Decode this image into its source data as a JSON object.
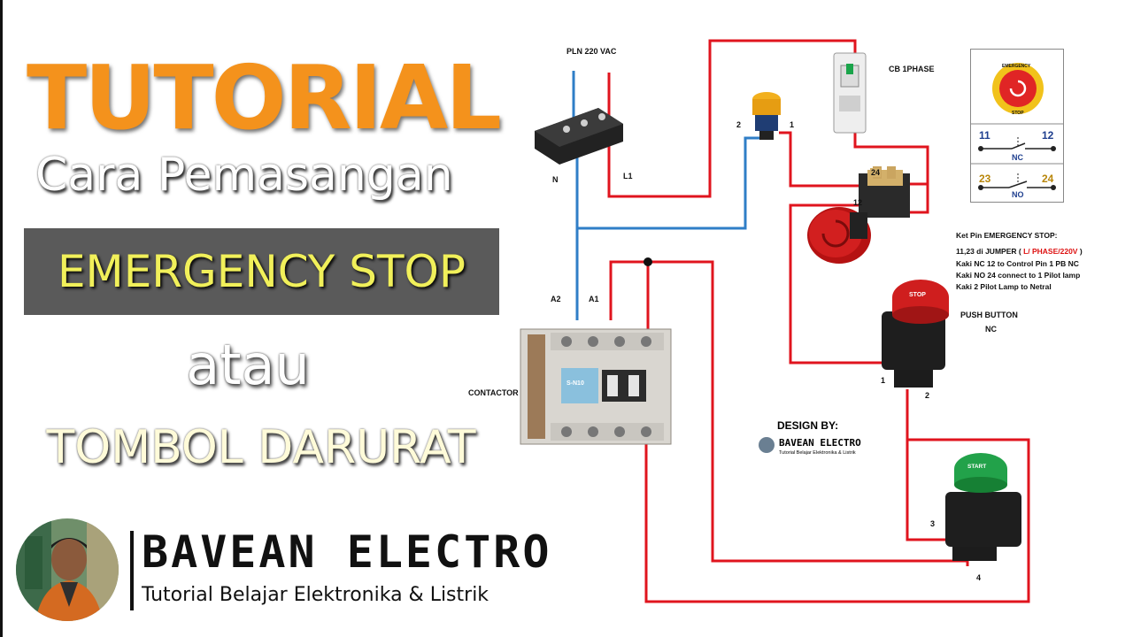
{
  "thumbnail": {
    "title": "TUTORIAL",
    "subtitle": "Cara Pemasangan",
    "highlight": "EMERGENCY STOP",
    "conjunction": "atau",
    "alt_title": "TOMBOL DARURAT",
    "channel_name": "BAVEAN ELECTRO",
    "channel_tagline": "Tutorial Belajar Elektronika & Listrik"
  },
  "diagram": {
    "pln_label": "PLN 220 VAC",
    "n_label": "N",
    "l1_label": "L1",
    "cb_label": "CB 1PHASE",
    "lamp_pin_2": "2",
    "lamp_pin_1": "1",
    "estop_pin_24": "24",
    "estop_pin_12": "12",
    "contactor_label": "CONTACTOR",
    "a2_label": "A2",
    "a1_label": "A1",
    "contactor_model": "S-N10",
    "push_button_label": "PUSH BUTTON",
    "nc_label": "NC",
    "stop_text": "STOP",
    "start_text": "START",
    "stop_pin_1": "1",
    "stop_pin_2": "2",
    "start_pin_3": "3",
    "start_pin_4": "4",
    "design_by": "DESIGN BY:",
    "logo_name": "BAVEAN ELECTRO",
    "logo_tagline": "Tutorial Belajar Elektronika & Listrik",
    "legend": {
      "stop_caption_top": "EMERGENCY",
      "stop_caption_bottom": "STOP",
      "pin_11": "11",
      "pin_12": "12",
      "nc": "NC",
      "pin_23": "23",
      "pin_24": "24",
      "no": "NO"
    },
    "notes": {
      "heading": "Ket Pin EMERGENCY STOP:",
      "line1_prefix": "11,23 di JUMPER ( ",
      "line1_red": "L/ PHASE/220V",
      "line1_suffix": " )",
      "line2": "Kaki NC 12 to Control Pin 1 PB NC",
      "line3": "Kaki NO 24 connect to 1 Pilot lamp",
      "line4": "Kaki 2 Pilot Lamp to Netral"
    },
    "colors": {
      "phase_wire": "#e0141e",
      "neutral_wire": "#2f7ec7"
    }
  }
}
